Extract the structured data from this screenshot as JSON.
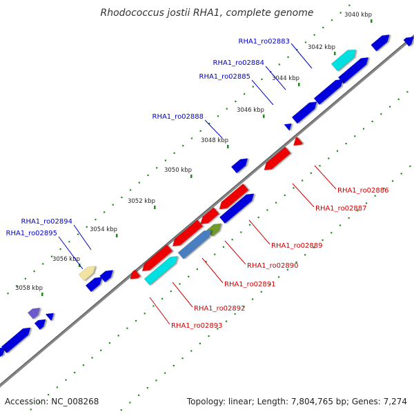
{
  "title": "Rhodococcus jostii RHA1, complete genome",
  "footer": {
    "accession": "Accession: NC_008268",
    "summary": "Topology: linear; Length: 7,804,765 bp; Genes: 7,274"
  },
  "colors": {
    "forward_gene": "#0000dd",
    "reverse_gene": "#ee0000",
    "forward_label": "#0000cc",
    "reverse_label": "#cc0000",
    "cyan_gene": "#00e0e0",
    "steel_gene": "#4a7fc0",
    "olive_gene": "#6f9a2a",
    "khaki_gene": "#f0e4a0",
    "slate_gene": "#6a5acd",
    "axis": "#777777",
    "tick": "#228822"
  },
  "ticks": [
    {
      "label": "3040 kbp",
      "kbp": 3040
    },
    {
      "label": "3042 kbp",
      "kbp": 3042
    },
    {
      "label": "3044 kbp",
      "kbp": 3044
    },
    {
      "label": "3046 kbp",
      "kbp": 3046
    },
    {
      "label": "3048 kbp",
      "kbp": 3048
    },
    {
      "label": "3050 kbp",
      "kbp": 3050
    },
    {
      "label": "3052 kbp",
      "kbp": 3052
    },
    {
      "label": "3054 kbp",
      "kbp": 3054
    },
    {
      "label": "3056 kbp",
      "kbp": 3056
    },
    {
      "label": "3058 kbp",
      "kbp": 3058
    }
  ],
  "gene_labels": [
    {
      "name": "RHA1_ro02883",
      "strand": "forward"
    },
    {
      "name": "RHA1_ro02884",
      "strand": "forward"
    },
    {
      "name": "RHA1_ro02885",
      "strand": "forward"
    },
    {
      "name": "RHA1_ro02888",
      "strand": "forward"
    },
    {
      "name": "RHA1_ro02894",
      "strand": "forward"
    },
    {
      "name": "RHA1_ro02895",
      "strand": "forward"
    },
    {
      "name": "RHA1_ro02886",
      "strand": "reverse"
    },
    {
      "name": "RHA1_ro02887",
      "strand": "reverse"
    },
    {
      "name": "RHA1_ro02889",
      "strand": "reverse"
    },
    {
      "name": "RHA1_ro02890",
      "strand": "reverse"
    },
    {
      "name": "RHA1_ro02891",
      "strand": "reverse"
    },
    {
      "name": "RHA1_ro02892",
      "strand": "reverse"
    },
    {
      "name": "RHA1_ro02893",
      "strand": "reverse"
    }
  ]
}
